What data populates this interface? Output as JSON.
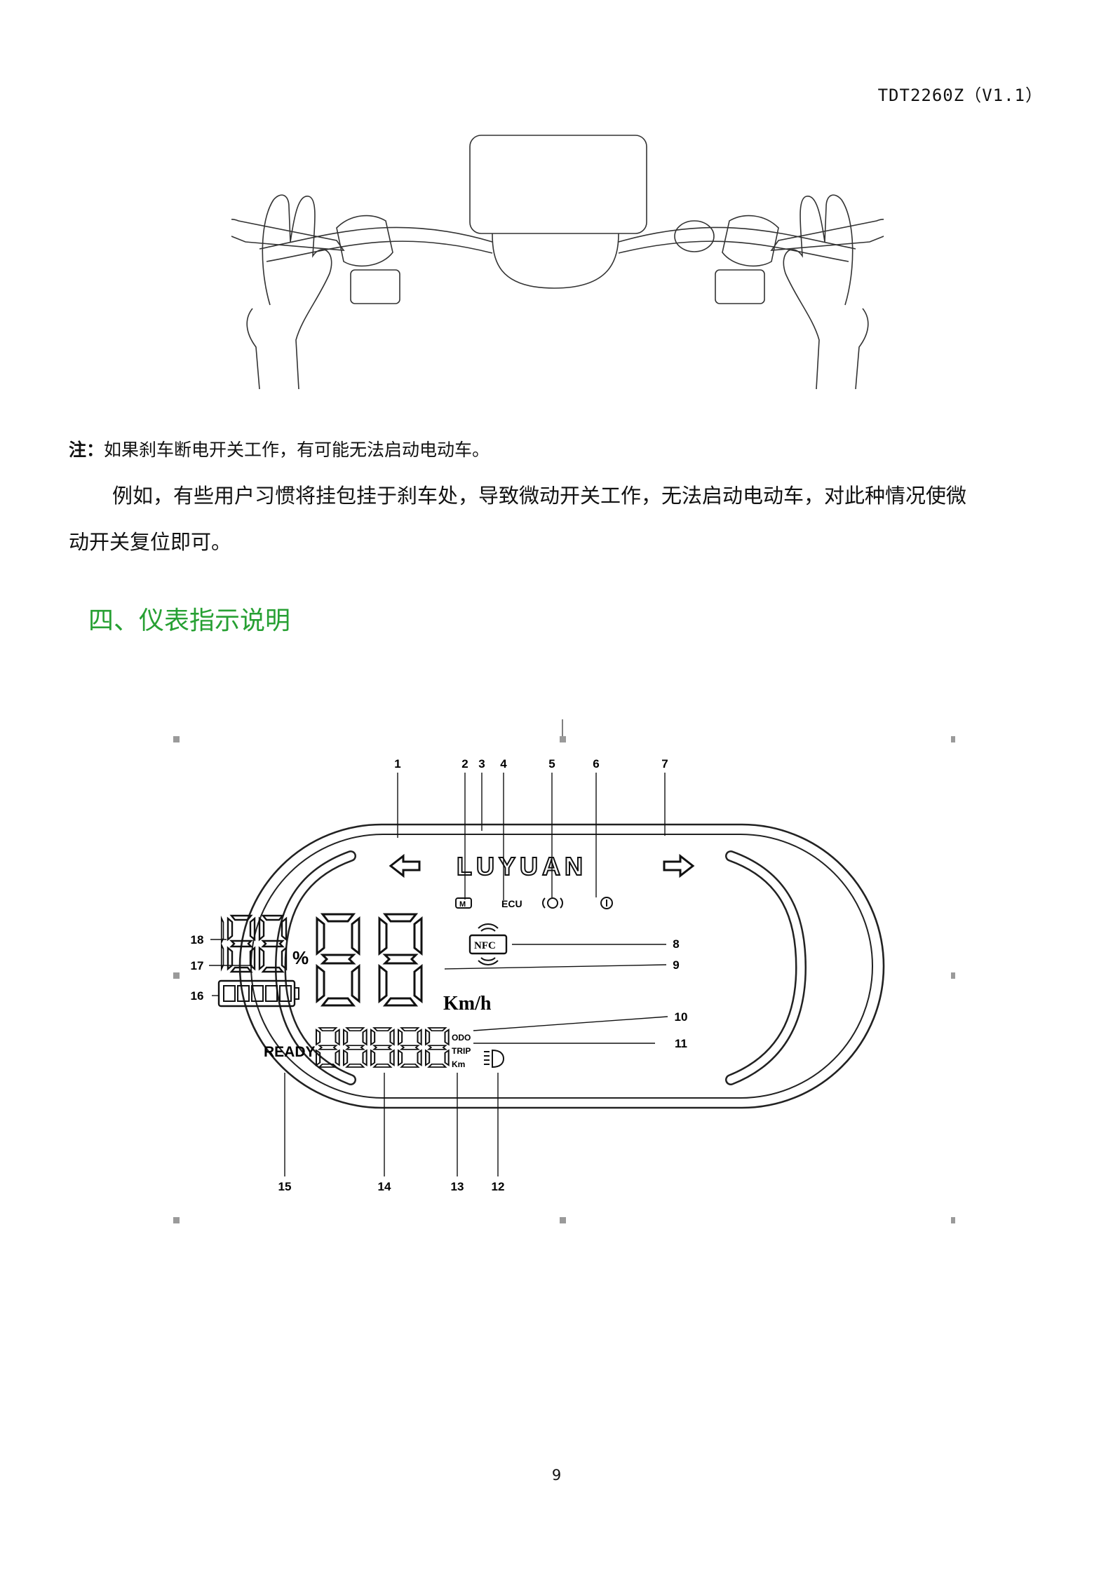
{
  "header": {
    "doc_code": "TDT2260Z（V1.1）"
  },
  "note": {
    "prefix": "注：",
    "text": "如果刹车断电开关工作，有可能无法启动电动车。"
  },
  "paragraph": {
    "line1": "例如，有些用户习惯将挂包挂于刹车处，导致微动开关工作，无法启动电动车，对此种情况使微",
    "line2": "动开关复位即可。"
  },
  "section": {
    "heading": "四、仪表指示说明"
  },
  "dashboard": {
    "brand": "LUYUAN",
    "ecu_label": "ECU",
    "percent_label": "%",
    "speed_unit": "Km/h",
    "nfc_label": "NFC",
    "ready_label": "READY",
    "odo_label": "ODO",
    "trip_label": "TRIP",
    "km_label": "Km",
    "callouts": {
      "n1": "1",
      "n2": "2",
      "n3": "3",
      "n4": "4",
      "n5": "5",
      "n6": "6",
      "n7": "7",
      "n8": "8",
      "n9": "9",
      "n10": "10",
      "n11": "11",
      "n12": "12",
      "n13": "13",
      "n14": "14",
      "n15": "15",
      "n16": "16",
      "n17": "17",
      "n18": "18"
    }
  },
  "footer": {
    "page_number": "9"
  }
}
